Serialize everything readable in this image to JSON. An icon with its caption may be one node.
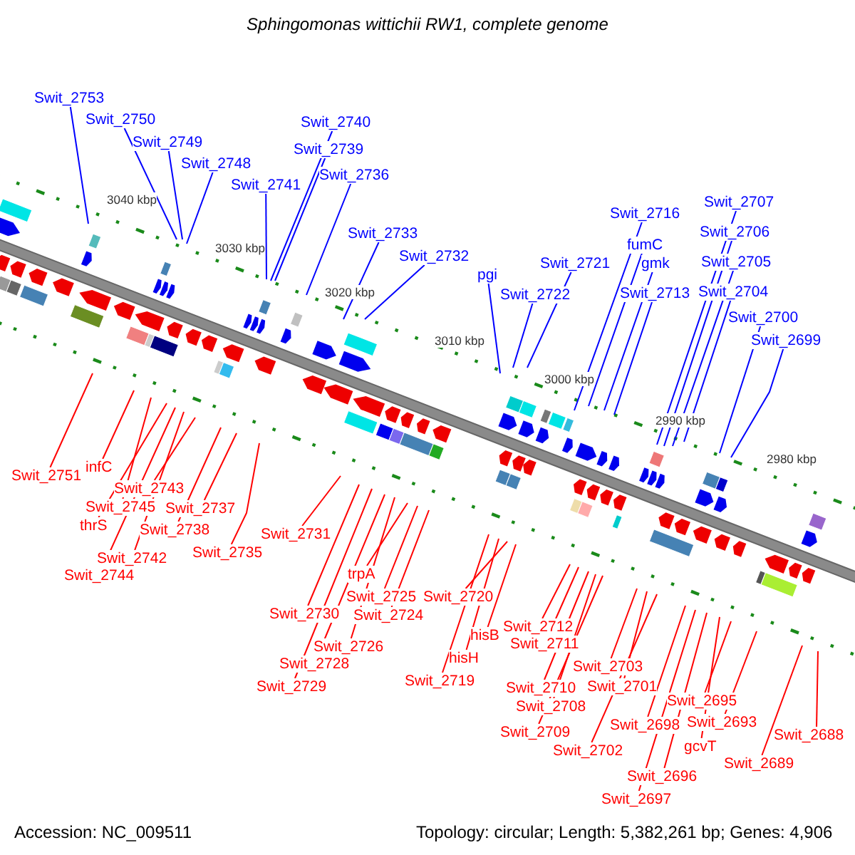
{
  "diagram": {
    "title": "Sphingomonas wittichii RW1, complete genome",
    "nodes": [
      {
        "text": [
          "Swit_2753"
        ]
      },
      {
        "text": [
          "Swit_2750"
        ]
      },
      {
        "text": [
          "Swit_2749"
        ]
      },
      {
        "text": [
          "Swit_2748"
        ]
      },
      {
        "text": [
          "Swit_2741"
        ]
      },
      {
        "text": [
          "Swit_2740"
        ]
      },
      {
        "text": [
          "Swit_2739"
        ]
      },
      {
        "text": [
          "Swit_2736"
        ]
      },
      {
        "text": [
          "Swit_2733"
        ]
      },
      {
        "text": [
          "Swit_2732"
        ]
      },
      {
        "text": [
          "pgi"
        ]
      },
      {
        "text": [
          "Swit_2722"
        ]
      },
      {
        "text": [
          "Swit_2721"
        ]
      },
      {
        "text": [
          "Swit_2716"
        ]
      },
      {
        "text": [
          "fumC"
        ]
      },
      {
        "text": [
          "gmk"
        ]
      },
      {
        "text": [
          "Swit_2713"
        ]
      },
      {
        "text": [
          "Swit_2707"
        ]
      },
      {
        "text": [
          "Swit_2706"
        ]
      },
      {
        "text": [
          "Swit_2705"
        ]
      },
      {
        "text": [
          "Swit_2704"
        ]
      },
      {
        "text": [
          "Swit_2700"
        ]
      },
      {
        "text": [
          "Swit_2699"
        ]
      },
      {
        "text": [
          "Swit_2751"
        ]
      },
      {
        "text": [
          "infC"
        ]
      },
      {
        "text": [
          "Swit_2743"
        ]
      },
      {
        "text": [
          "Swit_2745"
        ]
      },
      {
        "text": [
          "thrS"
        ]
      },
      {
        "text": [
          "Swit_2737"
        ]
      },
      {
        "text": [
          "Swit_2738"
        ]
      },
      {
        "text": [
          "Swit_2742"
        ]
      },
      {
        "text": [
          "Swit_2744"
        ]
      },
      {
        "text": [
          "Swit_2735"
        ]
      },
      {
        "text": [
          "Swit_2731"
        ]
      },
      {
        "text": [
          "Swit_2730"
        ]
      },
      {
        "text": [
          "trpA"
        ]
      },
      {
        "text": [
          "Swit_2725"
        ]
      },
      {
        "text": [
          "Swit_2724"
        ]
      },
      {
        "text": [
          "Swit_2726"
        ]
      },
      {
        "text": [
          "Swit_2728"
        ]
      },
      {
        "text": [
          "Swit_2729"
        ]
      },
      {
        "text": [
          "Swit_2720"
        ]
      },
      {
        "text": [
          "hisB"
        ]
      },
      {
        "text": [
          "hisH"
        ]
      },
      {
        "text": [
          "Swit_2719"
        ]
      },
      {
        "text": [
          "Swit_2712"
        ]
      },
      {
        "text": [
          "Swit_2711"
        ]
      },
      {
        "text": [
          "Swit_2710"
        ]
      },
      {
        "text": [
          "Swit_2708"
        ]
      },
      {
        "text": [
          "Swit_2709"
        ]
      },
      {
        "text": [
          "Swit_2703"
        ]
      },
      {
        "text": [
          "Swit_2701"
        ]
      },
      {
        "text": [
          "Swit_2702"
        ]
      },
      {
        "text": [
          "Swit_2698"
        ]
      },
      {
        "text": [
          "Swit_2695"
        ]
      },
      {
        "text": [
          "Swit_2693"
        ]
      },
      {
        "text": [
          "gcvT"
        ]
      },
      {
        "text": [
          "Swit_2696"
        ]
      },
      {
        "text": [
          "Swit_2697"
        ]
      },
      {
        "text": [
          "Swit_2689"
        ]
      },
      {
        "text": [
          "Swit_2688"
        ]
      }
    ],
    "edges": [
      {
        "from": 0,
        "to": null,
        "arrow": "none",
        "color": "#0000ff"
      },
      {
        "from": 1,
        "to": null,
        "arrow": "none",
        "color": "#0000ff"
      },
      {
        "from": 2,
        "to": null,
        "arrow": "none",
        "color": "#0000ff"
      },
      {
        "from": 3,
        "to": null,
        "arrow": "none",
        "color": "#0000ff"
      },
      {
        "from": 4,
        "to": null,
        "arrow": "none",
        "color": "#0000ff"
      },
      {
        "from": 5,
        "to": null,
        "arrow": "none",
        "color": "#0000ff"
      },
      {
        "from": 6,
        "to": null,
        "arrow": "none",
        "color": "#0000ff"
      },
      {
        "from": 7,
        "to": null,
        "arrow": "none",
        "color": "#0000ff"
      },
      {
        "from": 8,
        "to": null,
        "arrow": "none",
        "color": "#0000ff"
      },
      {
        "from": 9,
        "to": null,
        "arrow": "none",
        "color": "#0000ff"
      },
      {
        "from": 10,
        "to": null,
        "arrow": "none",
        "color": "#0000ff"
      },
      {
        "from": 11,
        "to": null,
        "arrow": "none",
        "color": "#0000ff"
      },
      {
        "from": 12,
        "to": null,
        "arrow": "none",
        "color": "#0000ff"
      },
      {
        "from": 13,
        "to": null,
        "arrow": "none",
        "color": "#0000ff"
      },
      {
        "from": 14,
        "to": null,
        "arrow": "none",
        "color": "#0000ff"
      },
      {
        "from": 15,
        "to": null,
        "arrow": "none",
        "color": "#0000ff"
      },
      {
        "from": 16,
        "to": null,
        "arrow": "none",
        "color": "#0000ff"
      },
      {
        "from": 17,
        "to": null,
        "arrow": "none",
        "color": "#0000ff"
      },
      {
        "from": 18,
        "to": null,
        "arrow": "none",
        "color": "#0000ff"
      },
      {
        "from": 19,
        "to": null,
        "arrow": "none",
        "color": "#0000ff"
      },
      {
        "from": 20,
        "to": null,
        "arrow": "none",
        "color": "#0000ff"
      },
      {
        "from": 21,
        "to": null,
        "arrow": "none",
        "color": "#0000ff"
      },
      {
        "from": 22,
        "to": null,
        "arrow": "none",
        "color": "#0000ff"
      },
      {
        "from": 23,
        "to": null,
        "arrow": "none"
      },
      {
        "from": 24,
        "to": null,
        "arrow": "none"
      },
      {
        "from": 25,
        "to": null,
        "arrow": "none"
      },
      {
        "from": 26,
        "to": null,
        "arrow": "none"
      },
      {
        "from": 27,
        "to": null,
        "arrow": "none"
      },
      {
        "from": 28,
        "to": null,
        "arrow": "none"
      },
      {
        "from": 29,
        "to": null,
        "arrow": "none"
      },
      {
        "from": 30,
        "to": null,
        "arrow": "none"
      },
      {
        "from": 31,
        "to": null,
        "arrow": "none"
      },
      {
        "from": 32,
        "to": null,
        "arrow": "none"
      },
      {
        "from": 33,
        "to": null,
        "arrow": "none"
      },
      {
        "from": 34,
        "to": null,
        "arrow": "none"
      },
      {
        "from": 35,
        "to": null,
        "arrow": "none"
      },
      {
        "from": 36,
        "to": null,
        "arrow": "none"
      },
      {
        "from": 37,
        "to": null,
        "arrow": "none"
      },
      {
        "from": 38,
        "to": null,
        "arrow": "none"
      },
      {
        "from": 39,
        "to": null,
        "arrow": "none"
      },
      {
        "from": 40,
        "to": null,
        "arrow": "none"
      },
      {
        "from": 41,
        "to": null,
        "arrow": "none"
      },
      {
        "from": 42,
        "to": null,
        "arrow": "none"
      },
      {
        "from": 43,
        "to": null,
        "arrow": "none"
      },
      {
        "from": 44,
        "to": null,
        "arrow": "none"
      },
      {
        "from": 45,
        "to": null,
        "arrow": "none"
      },
      {
        "from": 46,
        "to": null,
        "arrow": "none"
      },
      {
        "from": 47,
        "to": null,
        "arrow": "none"
      },
      {
        "from": 48,
        "to": null,
        "arrow": "none"
      },
      {
        "from": 49,
        "to": null,
        "arrow": "none"
      },
      {
        "from": 50,
        "to": null,
        "arrow": "none"
      },
      {
        "from": 51,
        "to": null,
        "arrow": "none"
      },
      {
        "from": 52,
        "to": null,
        "arrow": "none"
      },
      {
        "from": 53,
        "to": null,
        "arrow": "none"
      },
      {
        "from": 54,
        "to": null,
        "arrow": "none"
      },
      {
        "from": 55,
        "to": null,
        "arrow": "none"
      },
      {
        "from": 56,
        "to": null,
        "arrow": "none"
      },
      {
        "from": 57,
        "to": null,
        "arrow": "none"
      },
      {
        "from": 58,
        "to": null,
        "arrow": "none"
      },
      {
        "from": 59,
        "to": null,
        "arrow": "none"
      },
      {
        "from": 60,
        "to": null,
        "arrow": "none"
      }
    ],
    "labels": [
      "3040 kbp",
      "3030 kbp",
      "3020 kbp",
      "3010 kbp",
      "3000 kbp",
      "2990 kbp",
      "2980 kbp",
      "Accession: NC_009511",
      "Topology: circular; Length: 5,382,261 bp; Genes: 4,906"
    ]
  }
}
